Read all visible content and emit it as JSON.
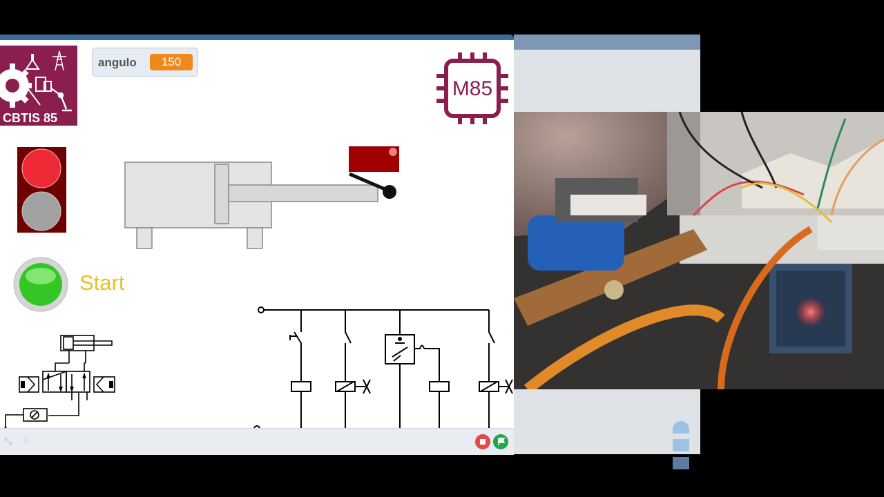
{
  "logo": {
    "text": "CBTIS 85",
    "bg": "#8a1e4e"
  },
  "variable_monitor": {
    "name": "angulo",
    "value": "150"
  },
  "chip_logo": {
    "text": "M85",
    "color": "#8a1e4e"
  },
  "traffic_light": {
    "top_color": "#ee2a37",
    "bottom_color": "#a2a2a2",
    "frame": "#6e0000"
  },
  "start_button": {
    "label": "Start",
    "color": "#34c624"
  },
  "controls": {
    "stop_color": "#e5484d",
    "go_color": "#22a84b"
  },
  "icons": [
    "logo-gear-icon",
    "flask-icon",
    "tower-icon",
    "robot-arm-icon",
    "stop-icon",
    "green-flag-icon",
    "fullscreen-icon",
    "grid-icon"
  ]
}
